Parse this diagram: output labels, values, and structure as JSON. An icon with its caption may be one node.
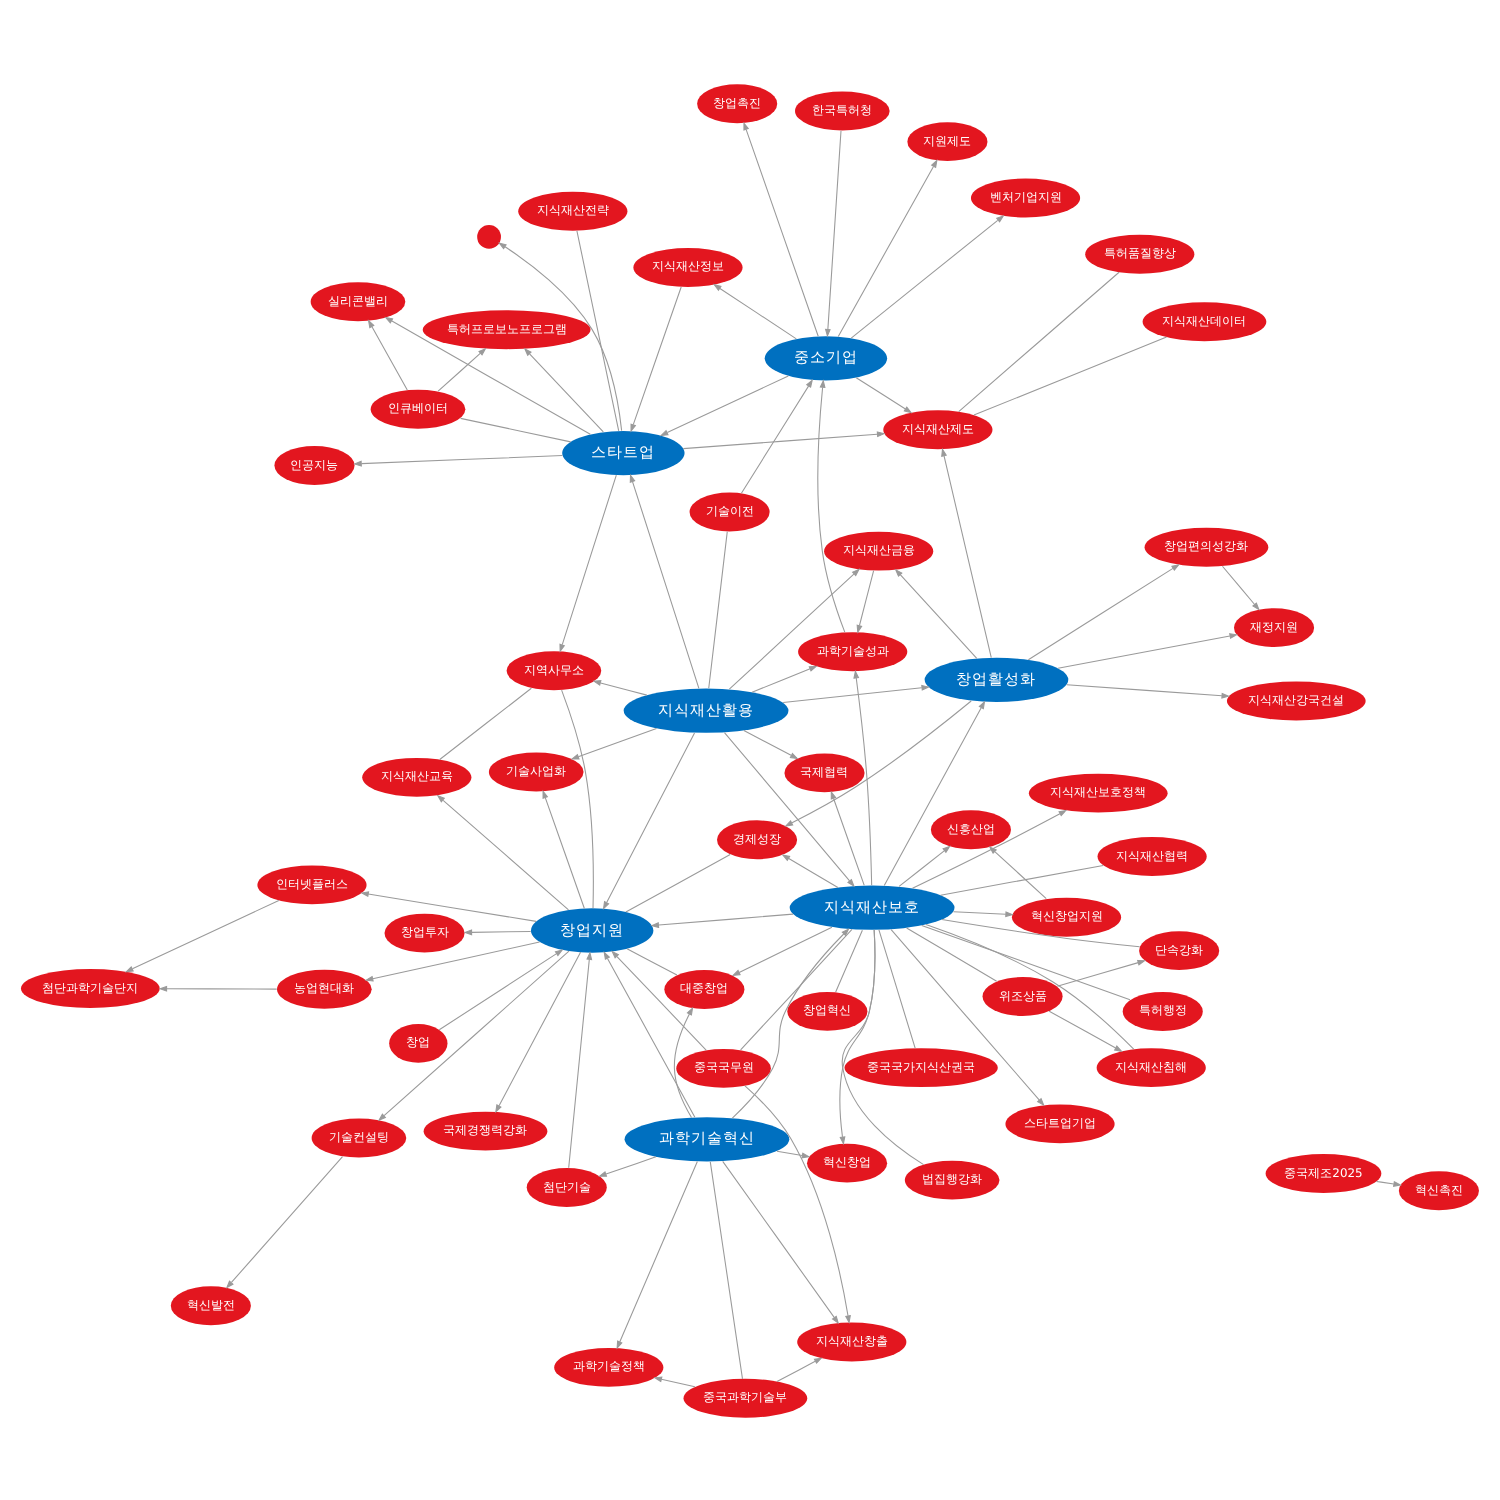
{
  "diagram": {
    "nodes": [
      {
        "text": [
          "위조상품"
        ]
      },
      {
        "text": [
          "특허행정"
        ]
      },
      {
        "text": [
          "법집행강화"
        ]
      },
      {
        "text": [
          "지식재산보호정책"
        ]
      },
      {
        "text": [
          "단속강화"
        ]
      },
      {
        "text": [
          "중국과학기술부"
        ]
      },
      {
        "text": [
          "창업혁신"
        ]
      },
      {
        "text": [
          "혁신창업"
        ]
      },
      {
        "text": [
          "지식재산창출"
        ]
      },
      {
        "text": [
          "지식재산침해"
        ]
      },
      {
        "text": [
          "스타트업기업"
        ]
      },
      {
        "text": [
          "과학기술정책"
        ]
      },
      {
        "text": [
          "과학기술혁신"
        ]
      },
      {
        "text": [
          "지식재산협력"
        ]
      },
      {
        "text": [
          "혁신창업지원"
        ]
      },
      {
        "text": [
          "지식재산강국건설"
        ]
      },
      {
        "text": [
          "대중창업"
        ]
      },
      {
        "text": [
          "첨단기술"
        ]
      },
      {
        "text": [
          "중국국무원"
        ]
      },
      {
        "text": [
          "신흥산업"
        ]
      },
      {
        "text": [
          "지식재산보호"
        ]
      },
      {
        "text": [
          "중국국가지식산권국"
        ]
      },
      {
        "text": [
          "창업편의성강화"
        ]
      },
      {
        "text": [
          "창업활성화"
        ]
      },
      {
        "text": [
          "경제성장"
        ]
      },
      {
        "text": [
          "창업투자"
        ]
      },
      {
        "text": [
          "재정지원"
        ]
      },
      {
        "text": [
          "지식재산금융"
        ]
      },
      {
        "text": [
          "지식재산활용"
        ]
      },
      {
        "text": [
          "창업"
        ]
      },
      {
        "text": [
          "지식재산제도"
        ]
      },
      {
        "text": [
          "지식재산데이터"
        ]
      },
      {
        "text": [
          "농업현대화"
        ]
      },
      {
        "text": [
          "창업지원"
        ]
      },
      {
        "text": [
          "인터넷플러스"
        ]
      },
      {
        "text": [
          "국제협력"
        ]
      },
      {
        "text": [
          "과학기술성과"
        ]
      },
      {
        "text": [
          "중소기업"
        ]
      },
      {
        "text": [
          "창업촉진"
        ]
      },
      {
        "text": [
          "기술이전"
        ]
      },
      {
        "text": [
          "한국특허청"
        ]
      },
      {
        "text": [
          "첨단과학기술단지"
        ]
      },
      {
        "text": [
          "기술컨설팅"
        ]
      },
      {
        "text": [
          "중국제조2025"
        ]
      },
      {
        "text": [
          "지역사무소"
        ]
      },
      {
        "text": [
          "지원제도"
        ]
      },
      {
        "text": [
          "스타트업"
        ]
      },
      {
        "text": [
          "혁신발전"
        ]
      },
      {
        "text": [
          "벤처기업지원"
        ]
      },
      {
        "text": [
          "지식재산정보"
        ]
      },
      {
        "text": [
          "기술사업화"
        ]
      },
      {
        "text": [
          "특허품질향상"
        ]
      },
      {
        "text": [
          "국제경쟁력강화"
        ]
      },
      {
        "text": [],
        "shape": "circle"
      },
      {
        "text": [
          "혁신촉진"
        ]
      },
      {
        "text": [
          "실리콘밸리"
        ]
      },
      {
        "text": [
          "지식재산전략"
        ]
      },
      {
        "text": [
          "지식재산교육"
        ]
      },
      {
        "text": [
          "인큐베이터"
        ]
      },
      {
        "text": [
          "인공지능"
        ]
      },
      {
        "text": [
          "특허프로보노프로그램"
        ]
      }
    ],
    "edges": [
      {
        "from": 12,
        "to": 5,
        "arrow": "none"
      },
      {
        "from": 12,
        "to": 11,
        "arrow": "to"
      },
      {
        "from": 12,
        "to": 17,
        "arrow": "to"
      },
      {
        "from": 12,
        "to": 8,
        "arrow": "to"
      },
      {
        "from": 12,
        "to": 7,
        "arrow": "to"
      },
      {
        "from": 12,
        "to": 16,
        "arrow": "to"
      },
      {
        "from": 12,
        "to": 33,
        "arrow": "to"
      },
      {
        "from": 12,
        "to": 20,
        "arrow": "to"
      },
      {
        "from": 5,
        "to": 11,
        "arrow": "to"
      },
      {
        "from": 5,
        "to": 8,
        "arrow": "to"
      },
      {
        "from": 18,
        "to": 8,
        "arrow": "to"
      },
      {
        "from": 18,
        "to": 33,
        "arrow": "to"
      },
      {
        "from": 18,
        "to": 20,
        "arrow": "none"
      },
      {
        "from": 17,
        "to": 33,
        "arrow": "to"
      },
      {
        "from": 33,
        "to": 25,
        "arrow": "to"
      },
      {
        "from": 29,
        "to": 33,
        "arrow": "to"
      },
      {
        "from": 33,
        "to": 32,
        "arrow": "to"
      },
      {
        "from": 33,
        "to": 34,
        "arrow": "to"
      },
      {
        "from": 34,
        "to": 41,
        "arrow": "to"
      },
      {
        "from": 32,
        "to": 41,
        "arrow": "to"
      },
      {
        "from": 33,
        "to": 42,
        "arrow": "to"
      },
      {
        "from": 42,
        "to": 47,
        "arrow": "to"
      },
      {
        "from": 33,
        "to": 52,
        "arrow": "to"
      },
      {
        "from": 43,
        "to": 54,
        "arrow": "to"
      },
      {
        "from": 33,
        "to": 57,
        "arrow": "to"
      },
      {
        "from": 33,
        "to": 50,
        "arrow": "to"
      },
      {
        "from": 33,
        "to": 44,
        "arrow": "none"
      },
      {
        "from": 57,
        "to": 44,
        "arrow": "none"
      },
      {
        "from": 16,
        "to": 33,
        "arrow": "none"
      },
      {
        "from": 24,
        "to": 33,
        "arrow": "none"
      },
      {
        "from": 20,
        "to": 0,
        "arrow": "none"
      },
      {
        "from": 20,
        "to": 1,
        "arrow": "none"
      },
      {
        "from": 20,
        "to": 2,
        "arrow": "none"
      },
      {
        "from": 20,
        "to": 3,
        "arrow": "to"
      },
      {
        "from": 20,
        "to": 4,
        "arrow": "none"
      },
      {
        "from": 20,
        "to": 6,
        "arrow": "none"
      },
      {
        "from": 20,
        "to": 9,
        "arrow": "none"
      },
      {
        "from": 20,
        "to": 10,
        "arrow": "to"
      },
      {
        "from": 20,
        "to": 13,
        "arrow": "none"
      },
      {
        "from": 20,
        "to": 14,
        "arrow": "to"
      },
      {
        "from": 20,
        "to": 19,
        "arrow": "to"
      },
      {
        "from": 20,
        "to": 21,
        "arrow": "none"
      },
      {
        "from": 20,
        "to": 16,
        "arrow": "to"
      },
      {
        "from": 20,
        "to": 7,
        "arrow": "to"
      },
      {
        "from": 20,
        "to": 23,
        "arrow": "to"
      },
      {
        "from": 20,
        "to": 24,
        "arrow": "to"
      },
      {
        "from": 20,
        "to": 36,
        "arrow": "to"
      },
      {
        "from": 20,
        "to": 33,
        "arrow": "to"
      },
      {
        "from": 20,
        "to": 35,
        "arrow": "to"
      },
      {
        "from": 0,
        "to": 4,
        "arrow": "to"
      },
      {
        "from": 0,
        "to": 9,
        "arrow": "to"
      },
      {
        "from": 14,
        "to": 19,
        "arrow": "to"
      },
      {
        "from": 23,
        "to": 22,
        "arrow": "to"
      },
      {
        "from": 22,
        "to": 26,
        "arrow": "to"
      },
      {
        "from": 23,
        "to": 26,
        "arrow": "to"
      },
      {
        "from": 23,
        "to": 27,
        "arrow": "to"
      },
      {
        "from": 23,
        "to": 30,
        "arrow": "to"
      },
      {
        "from": 23,
        "to": 15,
        "arrow": "to"
      },
      {
        "from": 23,
        "to": 24,
        "arrow": "to"
      },
      {
        "from": 28,
        "to": 33,
        "arrow": "to"
      },
      {
        "from": 28,
        "to": 35,
        "arrow": "to"
      },
      {
        "from": 28,
        "to": 36,
        "arrow": "to"
      },
      {
        "from": 28,
        "to": 50,
        "arrow": "to"
      },
      {
        "from": 28,
        "to": 44,
        "arrow": "to"
      },
      {
        "from": 28,
        "to": 46,
        "arrow": "to"
      },
      {
        "from": 28,
        "to": 27,
        "arrow": "to"
      },
      {
        "from": 28,
        "to": 23,
        "arrow": "to"
      },
      {
        "from": 28,
        "to": 39,
        "arrow": "none"
      },
      {
        "from": 28,
        "to": 20,
        "arrow": "to"
      },
      {
        "from": 27,
        "to": 36,
        "arrow": "to"
      },
      {
        "from": 37,
        "to": 46,
        "arrow": "to"
      },
      {
        "from": 37,
        "to": 38,
        "arrow": "to"
      },
      {
        "from": 37,
        "to": 45,
        "arrow": "to"
      },
      {
        "from": 37,
        "to": 49,
        "arrow": "to"
      },
      {
        "from": 37,
        "to": 48,
        "arrow": "to"
      },
      {
        "from": 36,
        "to": 37,
        "arrow": "to"
      },
      {
        "from": 37,
        "to": 30,
        "arrow": "to"
      },
      {
        "from": 30,
        "to": 51,
        "arrow": "none"
      },
      {
        "from": 31,
        "to": 30,
        "arrow": "none"
      },
      {
        "from": 40,
        "to": 37,
        "arrow": "to"
      },
      {
        "from": 39,
        "to": 37,
        "arrow": "to"
      },
      {
        "from": 46,
        "to": 55,
        "arrow": "to"
      },
      {
        "from": 46,
        "to": 60,
        "arrow": "to"
      },
      {
        "from": 46,
        "to": 59,
        "arrow": "to"
      },
      {
        "from": 46,
        "to": 56,
        "arrow": "none"
      },
      {
        "from": 46,
        "to": 53,
        "arrow": "to"
      },
      {
        "from": 49,
        "to": 46,
        "arrow": "to"
      },
      {
        "from": 58,
        "to": 55,
        "arrow": "to"
      },
      {
        "from": 58,
        "to": 60,
        "arrow": "to"
      },
      {
        "from": 58,
        "to": 46,
        "arrow": "none"
      },
      {
        "from": 46,
        "to": 44,
        "arrow": "to"
      },
      {
        "from": 46,
        "to": 30,
        "arrow": "to"
      }
    ]
  }
}
